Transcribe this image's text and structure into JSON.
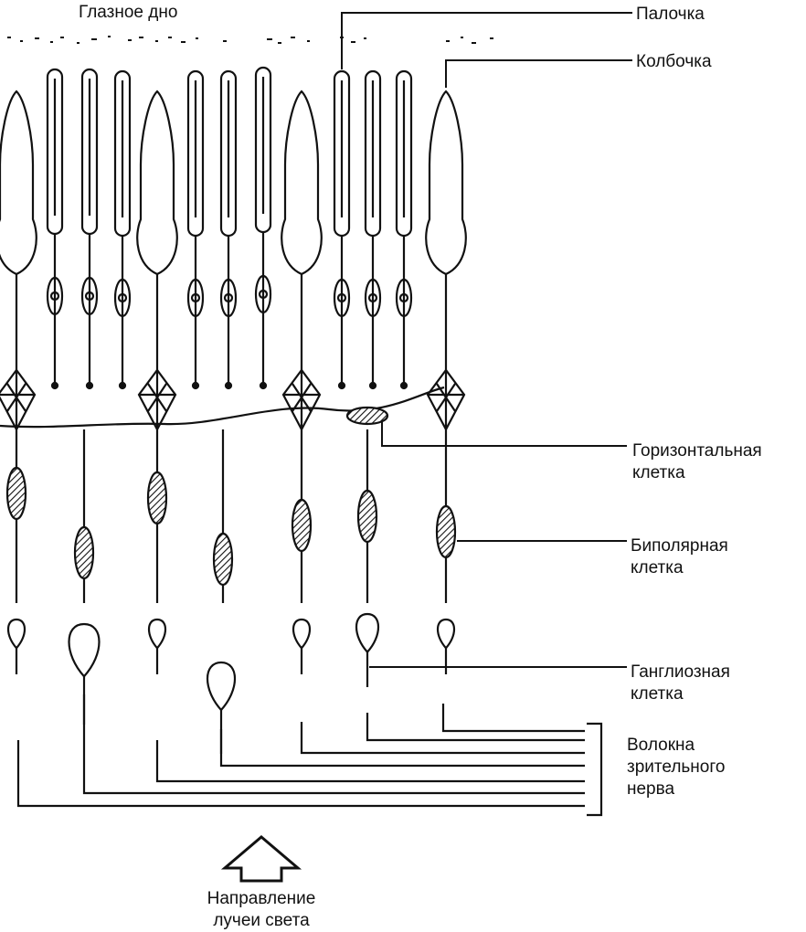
{
  "labels": {
    "fundus": "Глазное дно",
    "rod": "Палочка",
    "cone": "Колбочка",
    "horizontal_cell": [
      "Горизонтальная",
      "клетка"
    ],
    "bipolar_cell": [
      "Биполярная",
      "клетка"
    ],
    "ganglion_cell": [
      "Ганглиозная",
      "клетка"
    ],
    "optic_fibers": [
      "Волокна",
      "зрительного",
      "нерва"
    ],
    "light_direction": [
      "Направление",
      "лучеи света"
    ]
  },
  "colors": {
    "ink": "#111111",
    "background": "#ffffff"
  },
  "icons": {
    "light_arrow": "up-arrow-icon"
  }
}
